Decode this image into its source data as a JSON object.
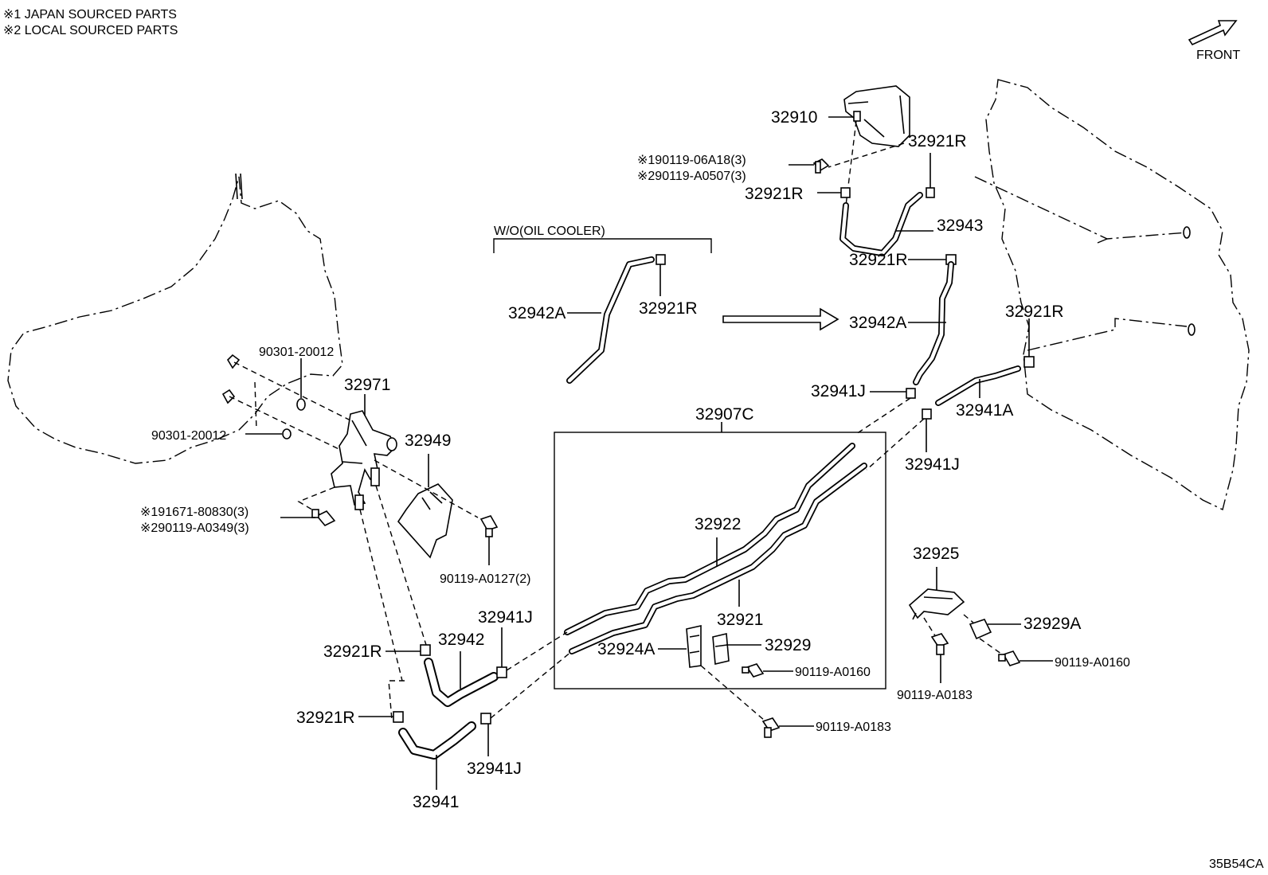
{
  "notes": {
    "note1": "※1 JAPAN SOURCED PARTS",
    "note2": "※2 LOCAL SOURCED PARTS"
  },
  "direction": {
    "label": "FRONT"
  },
  "diagram_code": "35B54CA",
  "group": {
    "label": "W/O(OIL COOLER)"
  },
  "labels": {
    "p32910": "32910",
    "p32921R_top": "32921R",
    "p90119_06A18": "※190119-06A18(3)",
    "p90119_A0507": "※290119-A0507(3)",
    "p32921R_a": "32921R",
    "p32943": "32943",
    "p32921R_b": "32921R",
    "p32942A_left": "32942A",
    "p32921R_wo": "32921R",
    "p32942A_right": "32942A",
    "p32921R_right": "32921R",
    "p32941J_a": "32941J",
    "p32941A": "32941A",
    "p32941J_b": "32941J",
    "p32907C": "32907C",
    "p90301_a": "90301-20012",
    "p32971": "32971",
    "p90301_b": "90301-20012",
    "p32949": "32949",
    "p91671": "※191671-80830(3)",
    "p90119_A0349": "※290119-A0349(3)",
    "p90119_A0127": "90119-A0127(2)",
    "p32922": "32922",
    "p32925": "32925",
    "p32921": "32921",
    "p32929A": "32929A",
    "p32941J_c": "32941J",
    "p32942": "32942",
    "p32921R_c": "32921R",
    "p32924A": "32924A",
    "p32929": "32929",
    "p90119_A0160_a": "90119-A0160",
    "p90119_A0160_b": "90119-A0160",
    "p90119_A0183_a": "90119-A0183",
    "p32921R_d": "32921R",
    "p90119_A0183_b": "90119-A0183",
    "p32941J_d": "32941J",
    "p32941": "32941"
  }
}
